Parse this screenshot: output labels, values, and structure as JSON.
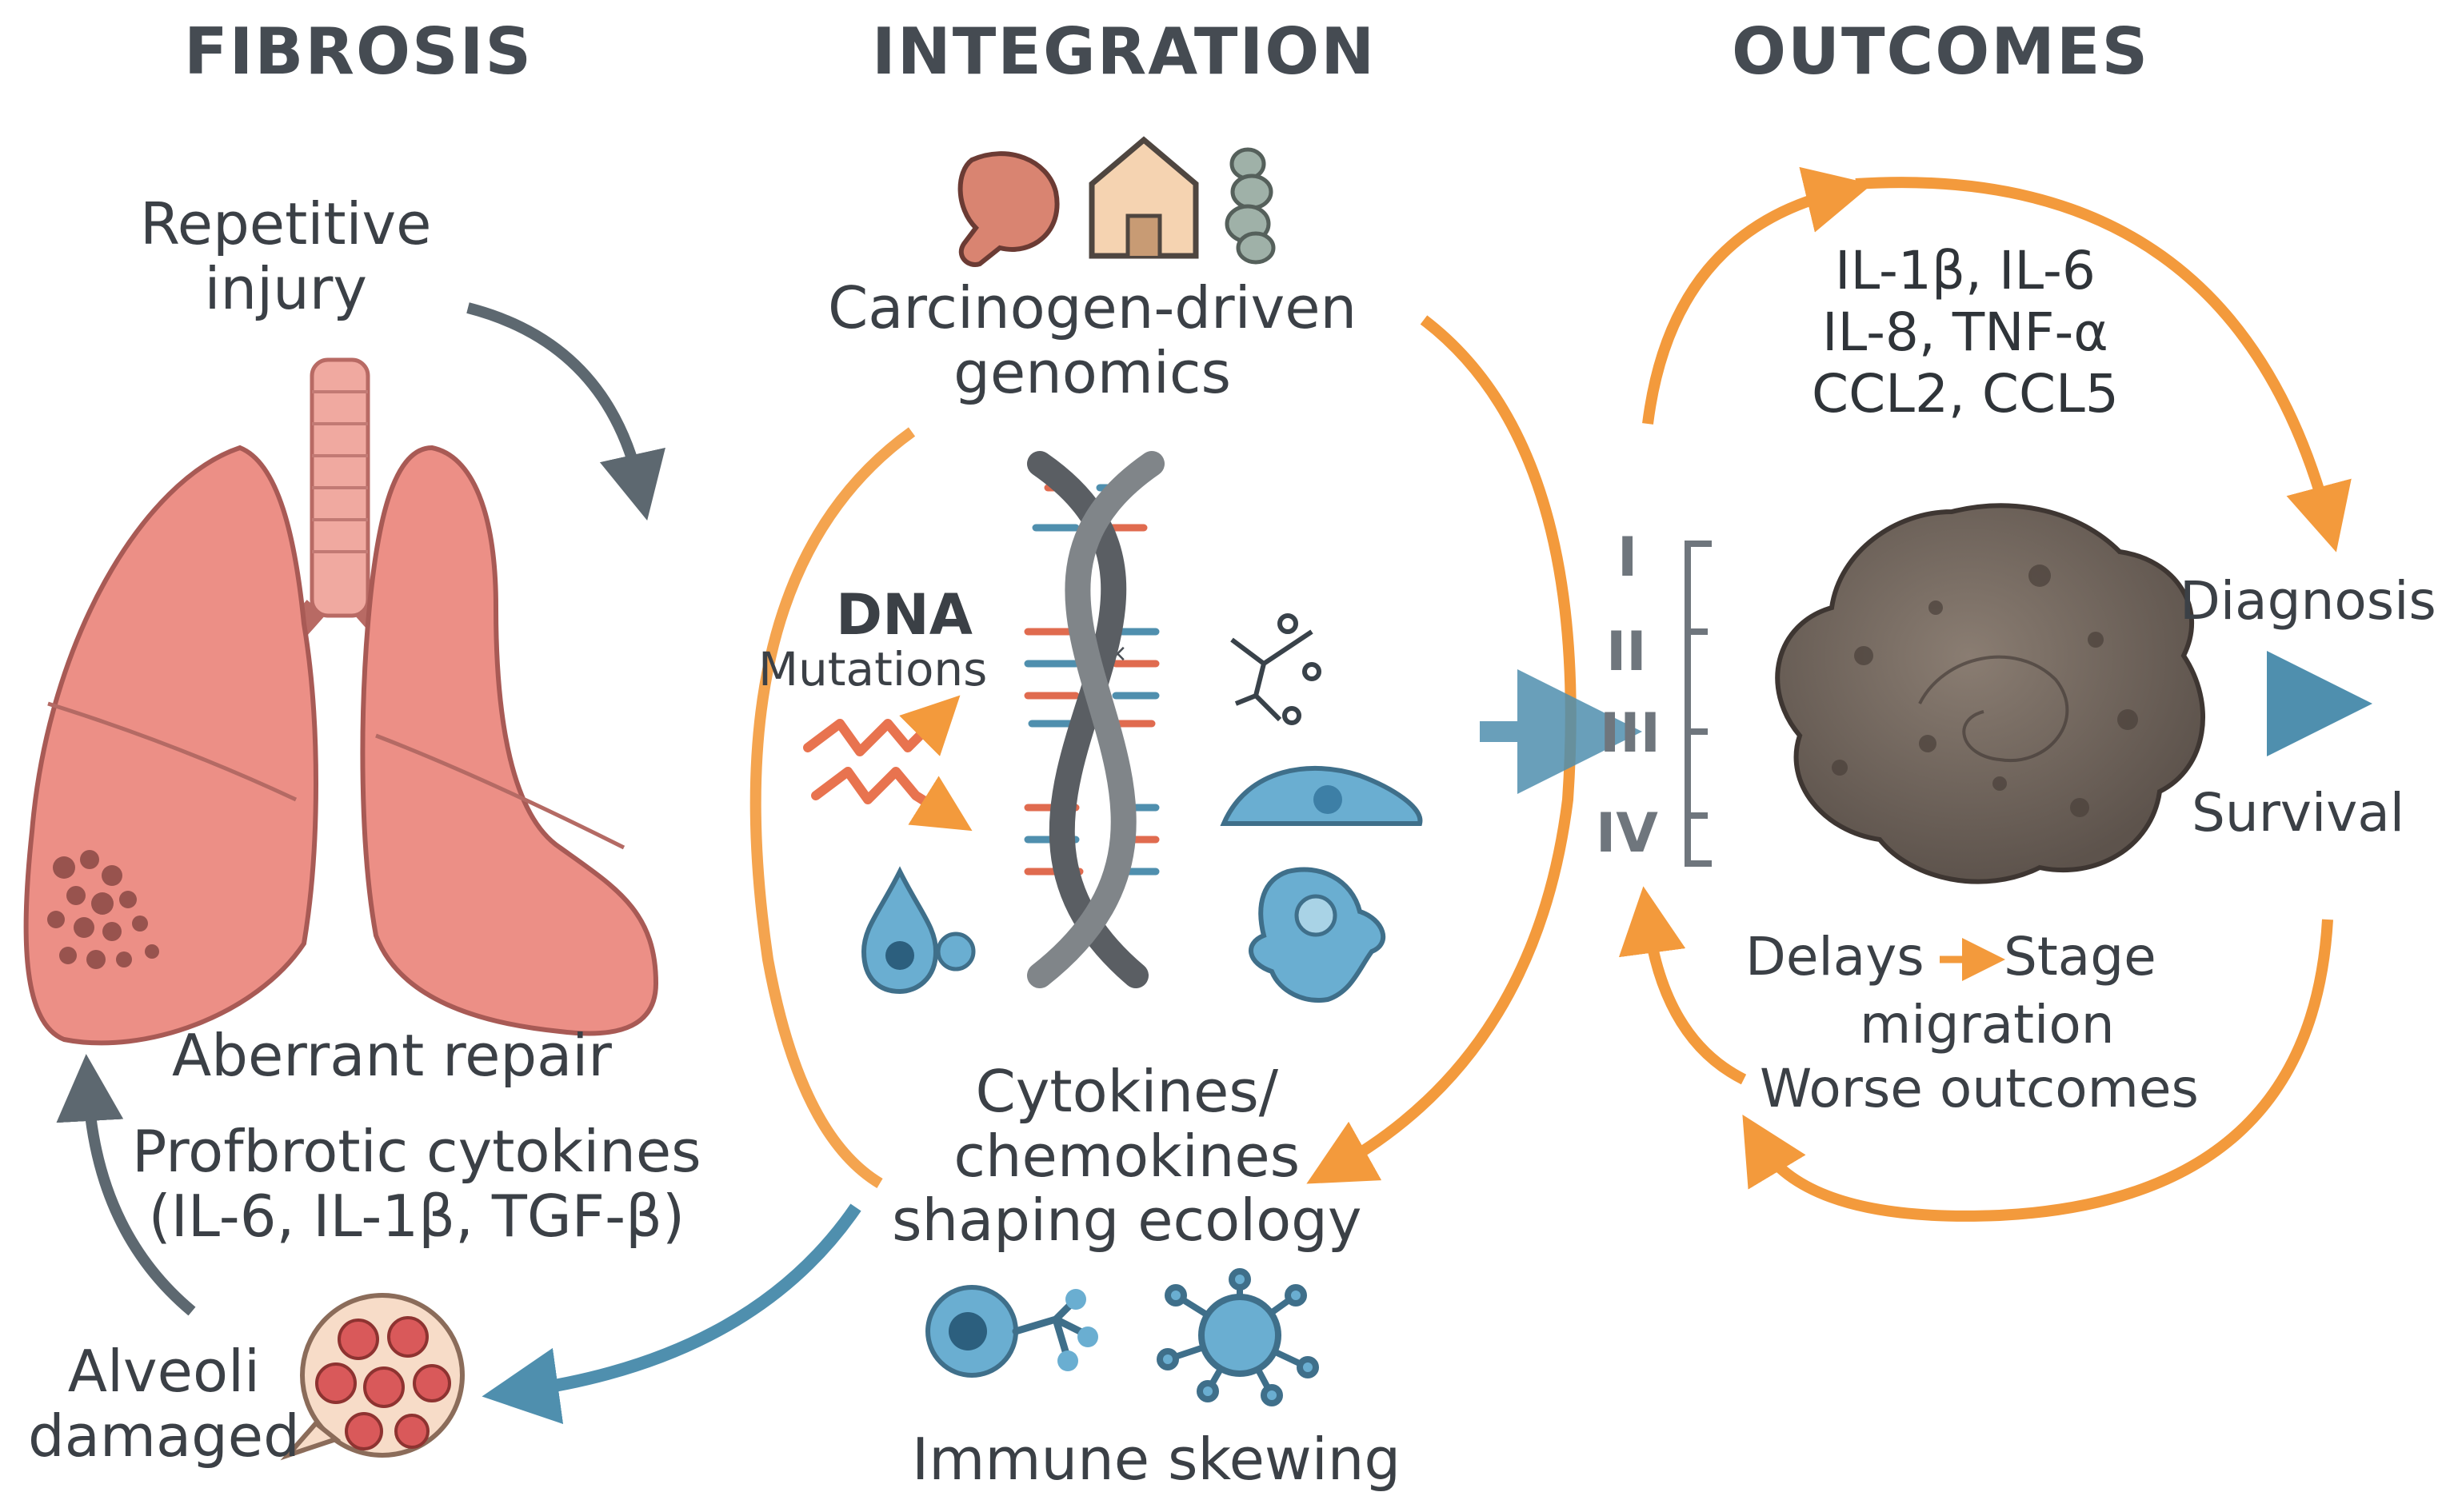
{
  "columns": {
    "fibrosis": "FIBROSIS",
    "integration": "INTEGRATION",
    "outcomes": "OUTCOMES"
  },
  "fibrosis": {
    "injury": [
      "Repetitive",
      "injury"
    ],
    "repair": "Aberrant repair",
    "cytokines": [
      "Profbrotic cytokines",
      "(IL-6, IL-1β, TGF-β)"
    ],
    "alveoli": [
      "Alveoli",
      "damaged"
    ]
  },
  "integration": {
    "genomics": [
      "Carcinogen-driven",
      "genomics"
    ],
    "dna": "DNA",
    "mutations": "Mutations",
    "ecology": [
      "Cytokines/",
      "chemokines",
      "shaping ecology"
    ],
    "immune": "Immune skewing"
  },
  "outcomes": {
    "cytokines": [
      "IL-1β, IL-6",
      "IL-8, TNF-α",
      "CCL2, CCL5"
    ],
    "stages": [
      "I",
      "II",
      "III",
      "IV"
    ],
    "diagnosis": "Diagnosis",
    "survival": "Survival",
    "delays": "Delays",
    "stage": "Stage",
    "migration": "migration",
    "worse": "Worse outcomes"
  },
  "colors": {
    "orange": "#f39a3c",
    "teal": "#4f8fae",
    "lung": "#ec8f86",
    "gray_arrow": "#5d6870"
  }
}
